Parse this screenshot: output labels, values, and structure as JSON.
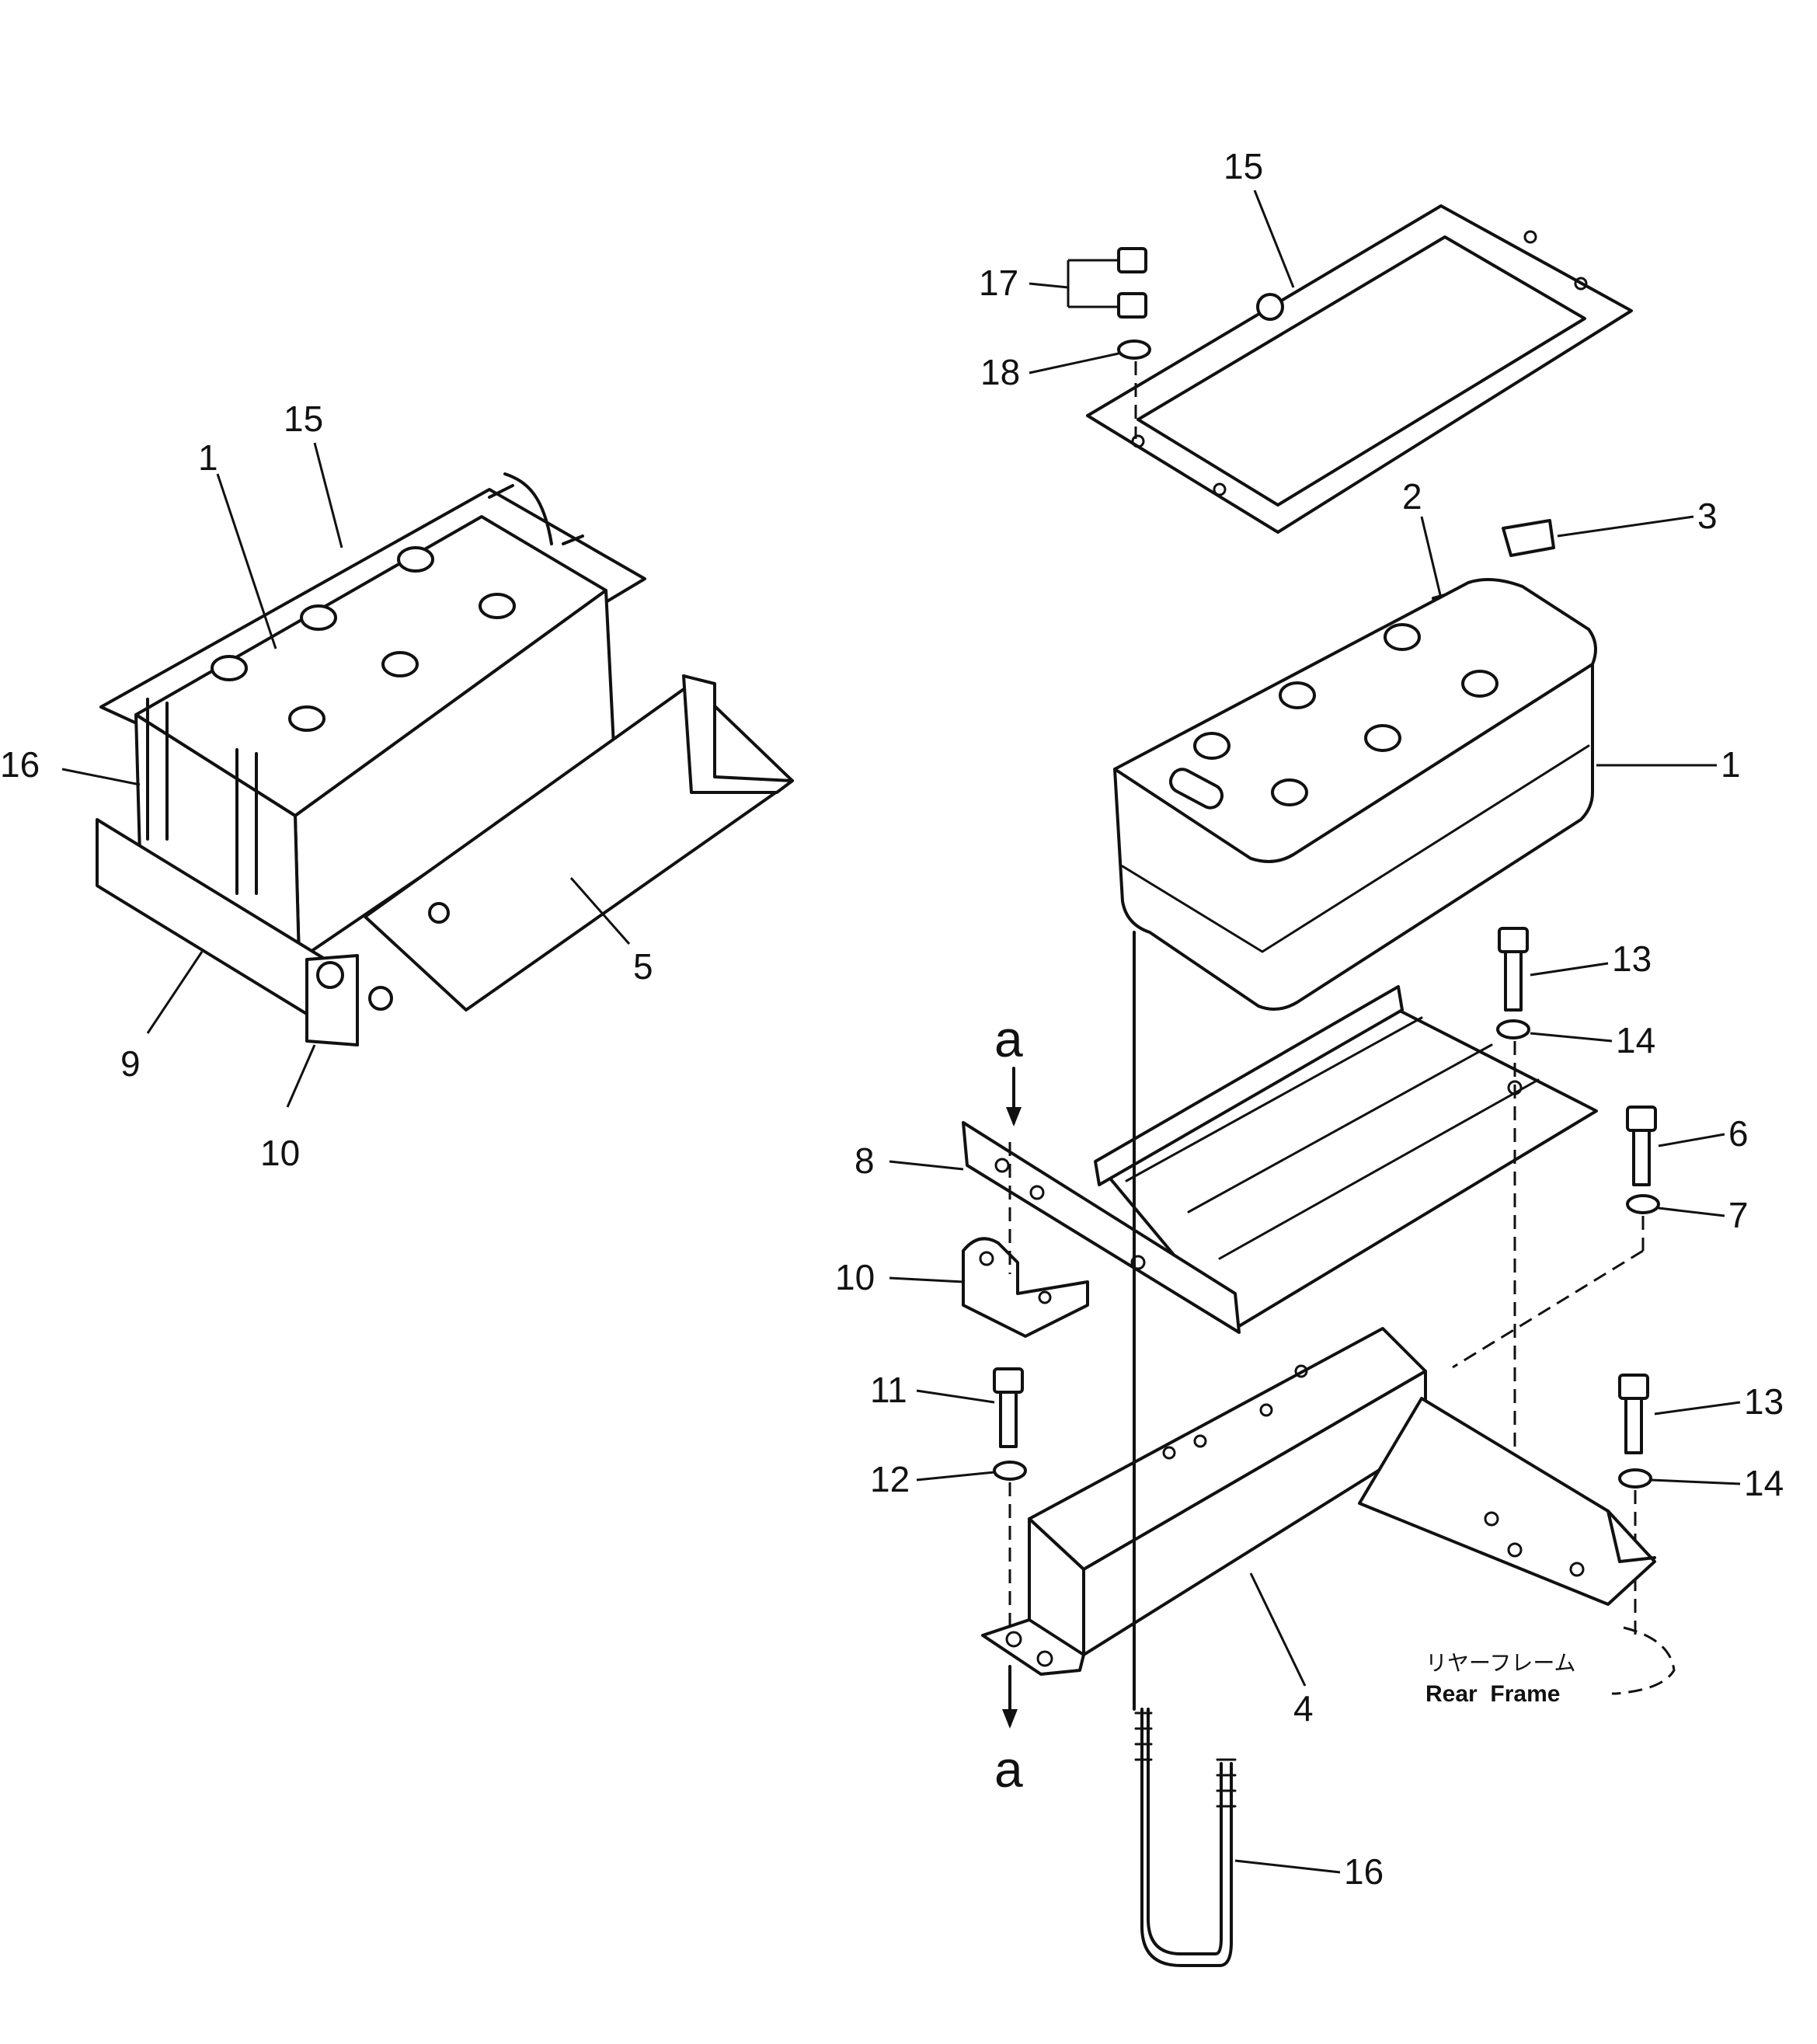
{
  "callouts": {
    "c_1a": "1",
    "c_15a": "15",
    "c_16a": "16",
    "c_5": "5",
    "c_9": "9",
    "c_10a": "10",
    "c_15b": "15",
    "c_17": "17",
    "c_18": "18",
    "c_2": "2",
    "c_3": "3",
    "c_1b": "1",
    "c_13a": "13",
    "c_14a": "14",
    "c_6": "6",
    "c_7": "7",
    "c_8": "8",
    "c_10b": "10",
    "c_11": "11",
    "c_12": "12",
    "c_13b": "13",
    "c_14b": "14",
    "c_4": "4",
    "c_16b": "16"
  },
  "section_marks": {
    "top": "a",
    "bottom": "a"
  },
  "frame_note": {
    "jp": "リヤーフレーム",
    "en": "Rear  Frame"
  }
}
